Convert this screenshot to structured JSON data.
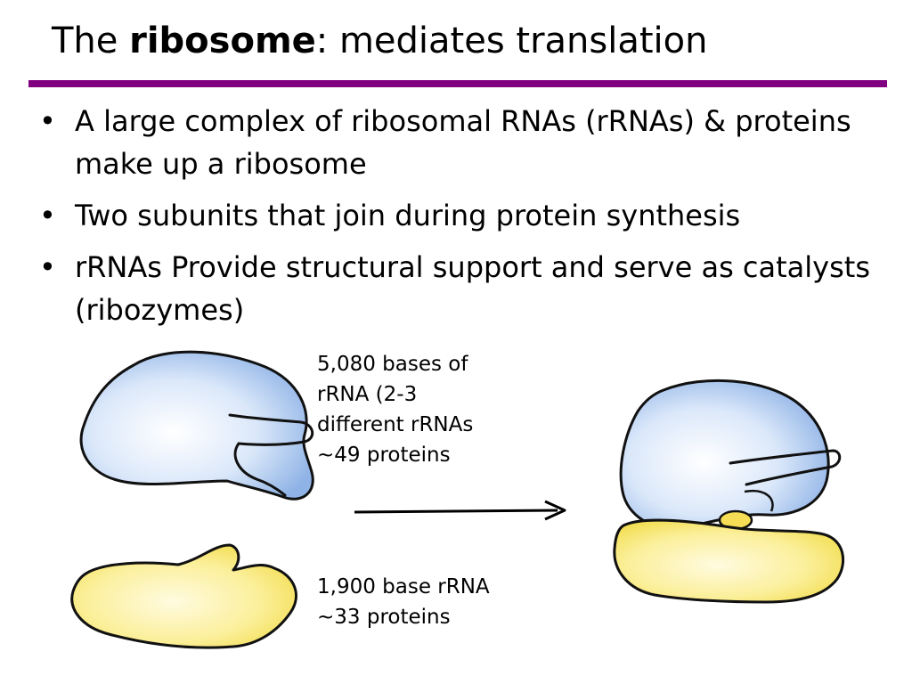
{
  "title": {
    "prefix": "The ",
    "bold": "ribosome",
    "suffix": ": mediates translation"
  },
  "accent_color": "#800080",
  "bullets": [
    "A large complex of ribosomal RNAs (rRNAs) & proteins make up a ribosome",
    "Two subunits that join during protein synthesis",
    "rRNAs Provide structural support and serve as catalysts (ribozymes)"
  ],
  "large_subunit_note": [
    "5,080 bases of",
    "rRNA (2-3",
    "different rRNAs",
    "~49 proteins"
  ],
  "small_subunit_note": [
    "1,900 base rRNA",
    "~33 proteins"
  ],
  "colors": {
    "large_subunit": "#a9c6ee",
    "small_subunit": "#f7e66a"
  }
}
